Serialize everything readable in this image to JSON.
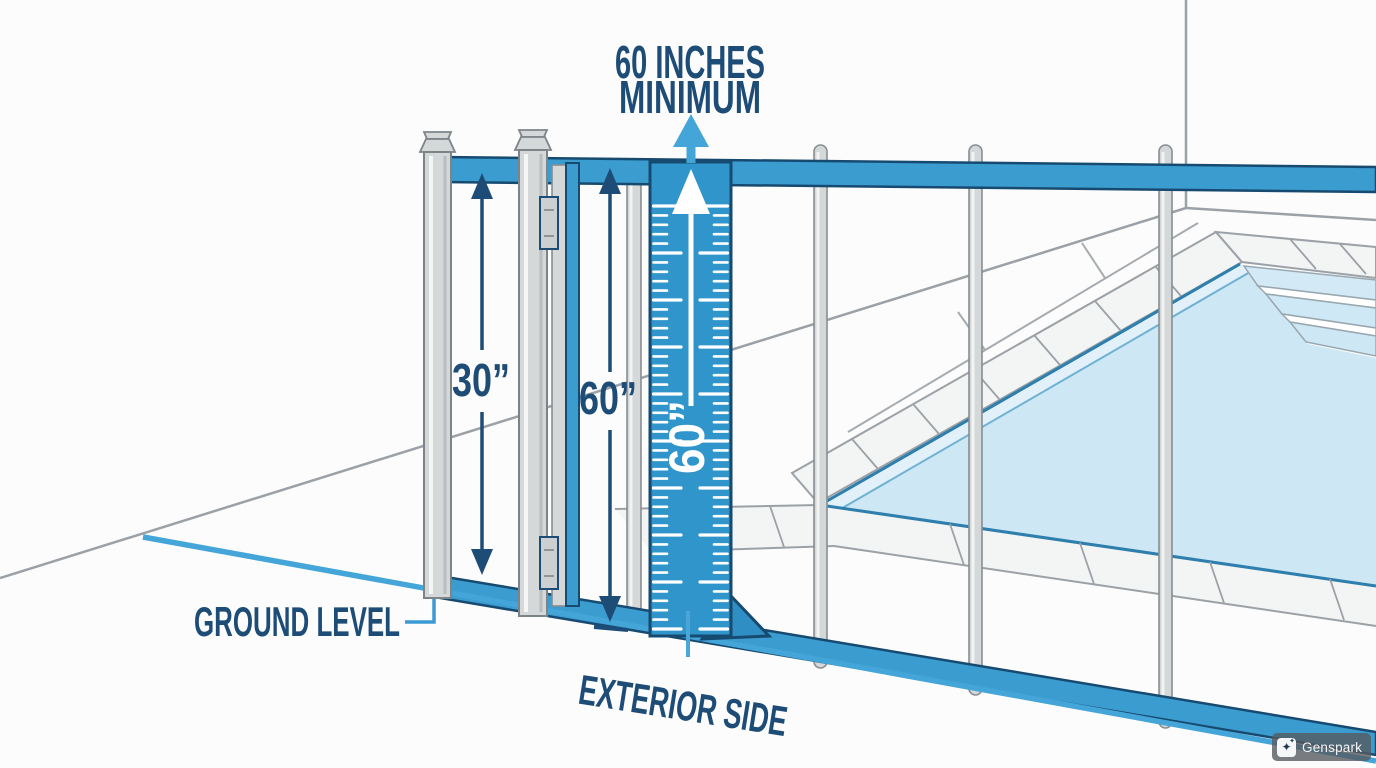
{
  "title": {
    "line1": "60 INCHES",
    "line2": "MINIMUM"
  },
  "dimensions": {
    "gate_height": "30”",
    "fence_panel_height": "60”",
    "ruler_reading": "60”"
  },
  "labels": {
    "ground_level": "GROUND LEVEL",
    "exterior_side": "EXTERIOR SIDE"
  },
  "badge": {
    "label": "Genspark",
    "icon": "sparkles-icon"
  },
  "colors": {
    "navy": "#1d4c77",
    "rail_blue": "#3b9ccf",
    "ruler_blue": "#3095ca",
    "light_blue": "#44a5d9",
    "water": "#cde7f4",
    "water_edge": "#2e7fad",
    "deck_line_gray": "#9ba1a6",
    "post_gray": "#d5d8d9",
    "background": "#fcfcfc"
  }
}
